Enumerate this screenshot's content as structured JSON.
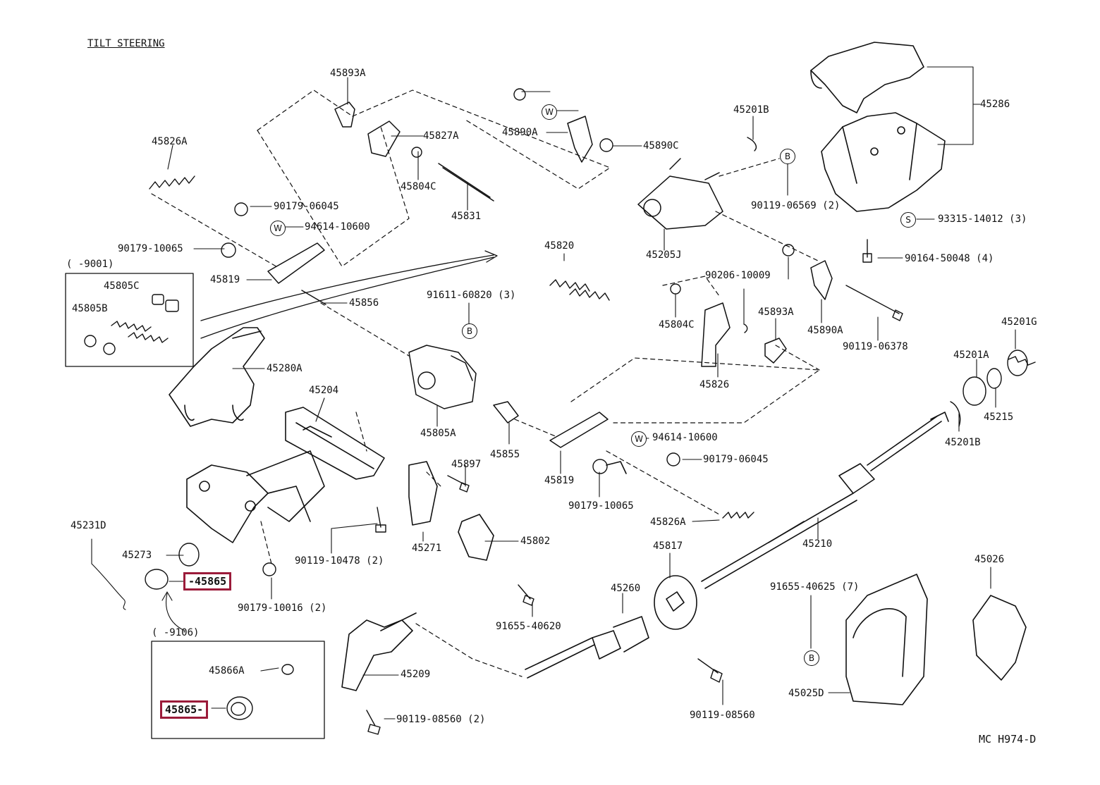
{
  "title": "TILT STEERING",
  "diagram_code": "MC H974-D",
  "highlight_color": "#9b1b3a",
  "highlighted_parts": [
    "-45865",
    "45865-"
  ],
  "inset_labels": {
    "top_left": "( -9001)",
    "bottom_left": "( -9106)"
  },
  "circle_markers": {
    "b": "B",
    "w": "W",
    "s": "S"
  },
  "labels": [
    "45893A",
    "45827A",
    "45826A",
    "45804C",
    "45831",
    "90179-06045",
    "94614-10600",
    "90179-10065",
    "45819",
    "45805C",
    "45805B",
    "45856",
    "45280A",
    "45204",
    "45890A",
    "45890C",
    "45201B",
    "90119-06569 (2)",
    "45286",
    "93315-14012 (3)",
    "45205J",
    "45820",
    "91611-60820 (3)",
    "90164-50048 (4)",
    "90206-10009",
    "45804C",
    "45893A",
    "45826",
    "45890A",
    "90119-06378",
    "45201G",
    "45201A",
    "45215",
    "45201B",
    "45805A",
    "45855",
    "45897",
    "45819",
    "94614-10600",
    "90179-06045",
    "90179-10065",
    "45826A",
    "45271",
    "45802",
    "45210",
    "45817",
    "45231D",
    "45273",
    "90179-10016 (2)",
    "90119-10478 (2)",
    "45260",
    "91655-40620",
    "91655-40625 (7)",
    "45026",
    "45025D",
    "45866A",
    "45209",
    "90119-08560 (2)",
    "90119-08560"
  ]
}
